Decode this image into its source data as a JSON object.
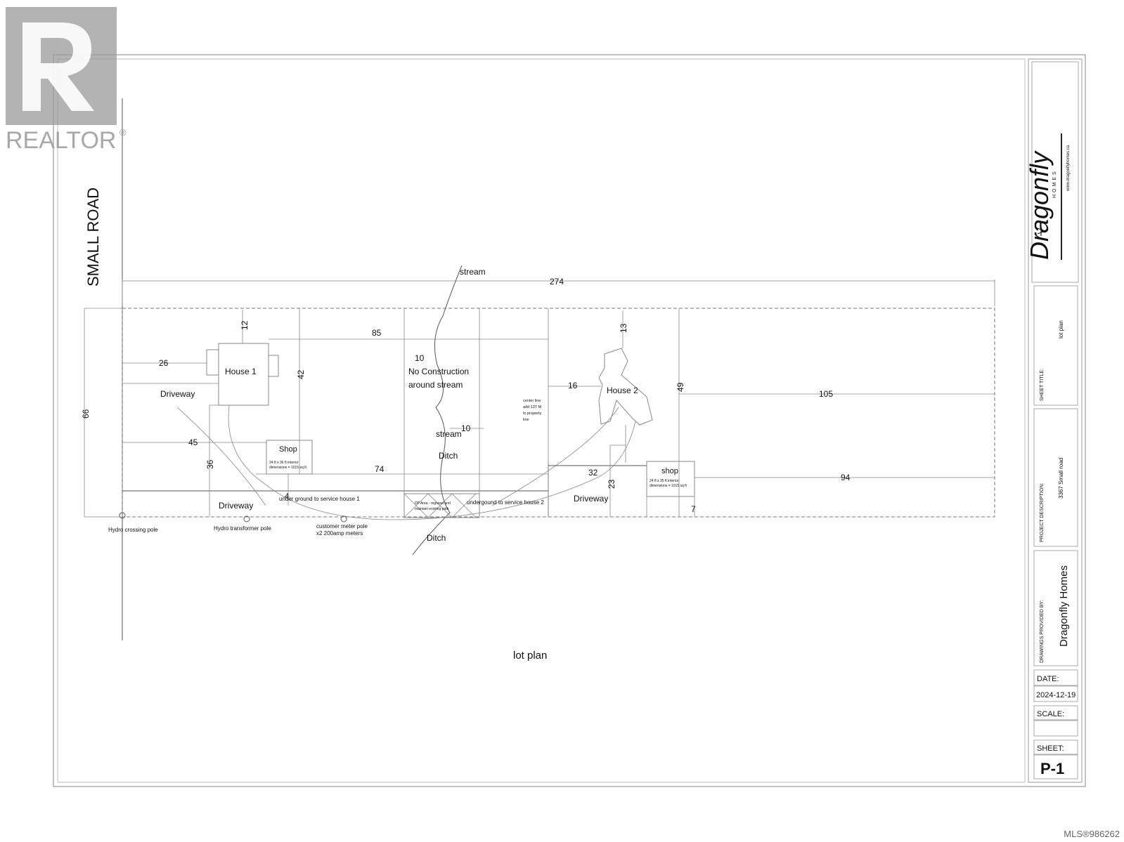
{
  "watermark": {
    "brand": "REALTOR",
    "mls": "MLS®986262"
  },
  "road": {
    "label": "SMALL ROAD"
  },
  "plan": {
    "caption": "lot plan",
    "dimensions": {
      "overall": "274",
      "depth": "66",
      "top_h1": "12",
      "side_h1": "26",
      "h1_to_mid": "85",
      "h1_depth": "42",
      "shop_left": "45",
      "shop_depth": "36",
      "shop_run": "74",
      "service_gap": "4",
      "stream_10a": "10",
      "stream_10b": "10",
      "h2_side": "16",
      "h2_top": "13",
      "h2_depth": "49",
      "h2_right": "105",
      "drv2_w": "32",
      "drv2_depth": "23",
      "shop2_right": "94",
      "shop2_gap": "7"
    },
    "labels": {
      "house1": "House 1",
      "house2": "House 2",
      "driveway1": "Driveway",
      "driveway2": "Driveway",
      "driveway3": "Driveway",
      "shop1": "Shop",
      "shop1_note1": "24 ft x 36 ft interior",
      "shop1_note2": "dimensions = 1015 sq ft",
      "shop2": "shop",
      "shop2_note1": "24 ft x 35 ft interior",
      "shop2_note2": "dimensions = 1015 sq ft",
      "stream_top": "stream",
      "stream_mid": "stream",
      "no_construction1": "No Construction",
      "no_construction2": "around stream",
      "ditch1": "Ditch",
      "ditch2": "Ditch",
      "centerline1": "center line",
      "centerline2": "add 13T M",
      "centerline3": "to property",
      "centerline4": "line",
      "service1": "under ground to service house 1",
      "service2": "undergound to service house 2",
      "dp1": "DP Area - regravel and",
      "dp2": "maintain existing path",
      "hydro_crossing": "Hydro crossing pole",
      "hydro_transformer": "Hydro transformer pole",
      "meter1": "customer meter pole",
      "meter2": "x2  200amp  meters"
    }
  },
  "title_block": {
    "company_tagline": "HOMES",
    "company_url": "www.dragonflyhomes.ca",
    "sheet_title_label": "SHEET TITLE:",
    "sheet_title": "lot plan",
    "project_label": "PROJECT DESCRIPTION:",
    "project": "3367 Small road",
    "drawings_label": "DRAWINGS PROVIDED BY:",
    "drawings_by": "Dragonfly Homes",
    "date_label": "DATE:",
    "date": "2024-12-19",
    "scale_label": "SCALE:",
    "scale": "",
    "sheet_label": "SHEET:",
    "sheet": "P-1"
  },
  "colors": {
    "ink": "#111111",
    "line": "#555555",
    "frame": "#999999"
  }
}
